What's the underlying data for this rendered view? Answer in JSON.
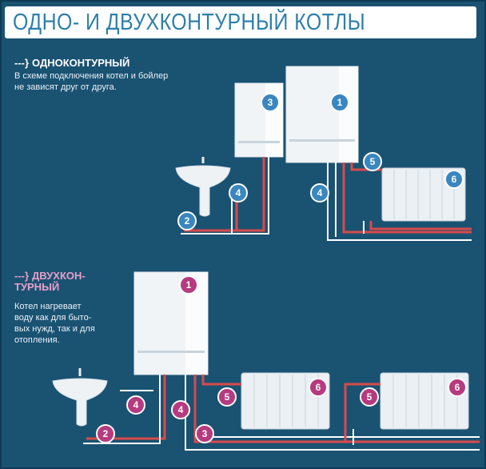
{
  "title": "ОДНО- И ДВУХКОНТУРНЫЙ КОТЛЫ",
  "section_single": {
    "arrow": "---}",
    "heading": "ОДНОКОНТУРНЫЙ",
    "description_lines": [
      "В схеме подключения котел и бойлер",
      "не зависят друг от друга."
    ]
  },
  "section_double": {
    "arrow": "---}",
    "heading_lines": [
      "ДВУХКОН-",
      "ТУРНЫЙ"
    ],
    "description_lines": [
      "Котел нагревает",
      "воду как для быто-",
      "вых нужд, так и для",
      "отопления."
    ]
  },
  "badges": {
    "top": [
      "1",
      "3",
      "4",
      "4",
      "2",
      "5",
      "6"
    ],
    "bottom": [
      "1",
      "4",
      "4",
      "2",
      "3",
      "5",
      "6",
      "5",
      "6"
    ]
  },
  "colors": {
    "background": "#1a5272",
    "title_text": "#2f7fab",
    "hot_pipe": "#d84a4a",
    "cold_pipe": "#ffffff",
    "badge_single": "#3a86bf",
    "badge_double": "#b63a7e",
    "double_heading": "#e8a0c8"
  }
}
